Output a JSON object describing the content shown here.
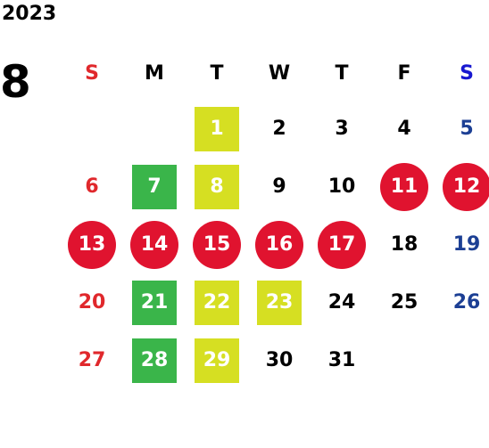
{
  "year": "2023",
  "month": "8",
  "colors": {
    "sunday": "#e0282c",
    "saturday": "#1c3f94",
    "holiday": "#e0132f",
    "green": "#3ab54a",
    "yellow": "#d6df22"
  },
  "weekdays": [
    {
      "label": "S",
      "color": "#e0282c"
    },
    {
      "label": "M",
      "color": "#000000"
    },
    {
      "label": "T",
      "color": "#000000"
    },
    {
      "label": "W",
      "color": "#000000"
    },
    {
      "label": "T",
      "color": "#000000"
    },
    {
      "label": "F",
      "color": "#000000"
    },
    {
      "label": "S",
      "color": "#1818d0"
    }
  ],
  "weeks": [
    [
      null,
      null,
      {
        "day": "1",
        "style": "yellow"
      },
      {
        "day": "2",
        "style": "plain"
      },
      {
        "day": "3",
        "style": "plain"
      },
      {
        "day": "4",
        "style": "plain"
      },
      {
        "day": "5",
        "style": "sat"
      }
    ],
    [
      {
        "day": "6",
        "style": "sun"
      },
      {
        "day": "7",
        "style": "green"
      },
      {
        "day": "8",
        "style": "yellow"
      },
      {
        "day": "9",
        "style": "plain"
      },
      {
        "day": "10",
        "style": "plain"
      },
      {
        "day": "11",
        "style": "holiday"
      },
      {
        "day": "12",
        "style": "holiday"
      }
    ],
    [
      {
        "day": "13",
        "style": "holiday"
      },
      {
        "day": "14",
        "style": "holiday"
      },
      {
        "day": "15",
        "style": "holiday"
      },
      {
        "day": "16",
        "style": "holiday"
      },
      {
        "day": "17",
        "style": "holiday"
      },
      {
        "day": "18",
        "style": "plain"
      },
      {
        "day": "19",
        "style": "sat"
      }
    ],
    [
      {
        "day": "20",
        "style": "sun"
      },
      {
        "day": "21",
        "style": "green"
      },
      {
        "day": "22",
        "style": "yellow"
      },
      {
        "day": "23",
        "style": "yellow"
      },
      {
        "day": "24",
        "style": "plain"
      },
      {
        "day": "25",
        "style": "plain"
      },
      {
        "day": "26",
        "style": "sat"
      }
    ],
    [
      {
        "day": "27",
        "style": "sun"
      },
      {
        "day": "28",
        "style": "green"
      },
      {
        "day": "29",
        "style": "yellow"
      },
      {
        "day": "30",
        "style": "plain"
      },
      {
        "day": "31",
        "style": "plain"
      },
      null,
      null
    ]
  ]
}
